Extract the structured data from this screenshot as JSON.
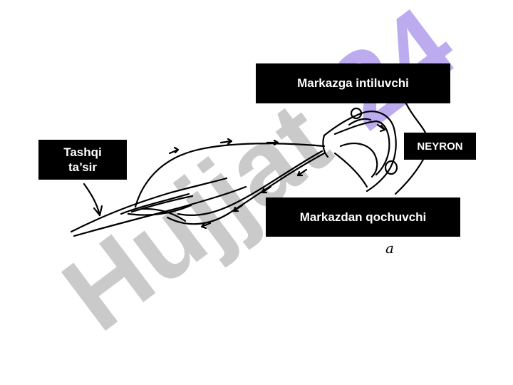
{
  "labels": {
    "afferent": "Markazga intiluvchi",
    "efferent": "Markazdan qochuvchi",
    "stimulus_line1": "Tashqi",
    "stimulus_line2": "ta’sir",
    "neuron": "NEYRON",
    "figure_letter": "a"
  },
  "watermark": {
    "text": "Hujjat.24",
    "color_main": "#c8c8c8",
    "color_accent": "#b9a8ef"
  },
  "colors": {
    "ink": "#000000",
    "label_bg": "#000000",
    "label_text": "#ffffff"
  }
}
